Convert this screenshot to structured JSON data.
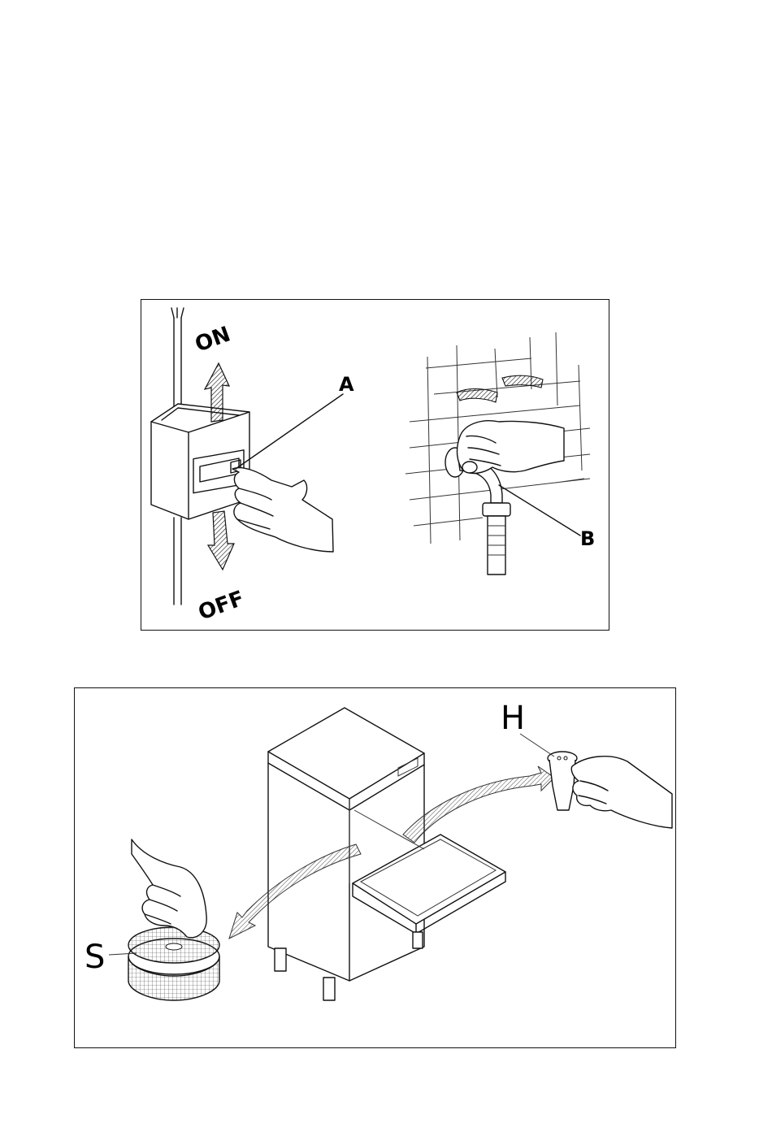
{
  "figure_switch": {
    "on_label": "ON",
    "off_label": "OFF",
    "callout_a": "A",
    "callout_b": "B"
  },
  "figure_machine": {
    "callout_h": "H",
    "callout_s": "S"
  }
}
